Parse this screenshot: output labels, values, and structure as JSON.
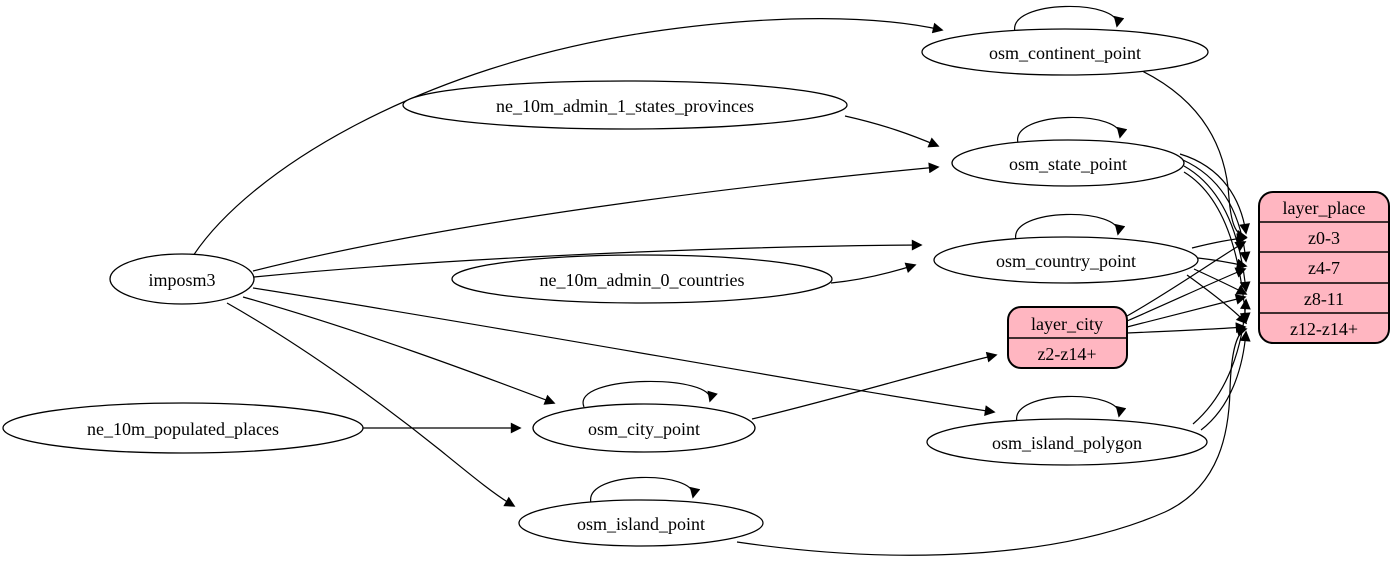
{
  "colors": {
    "background": "#ffffff",
    "node_fill": "#ffffff",
    "record_fill": "#ffb6c1",
    "stroke": "#000000"
  },
  "nodes": {
    "imposm3": {
      "label": "imposm3"
    },
    "ne_10m_admin_1_states_provinces": {
      "label": "ne_10m_admin_1_states_provinces"
    },
    "ne_10m_admin_0_countries": {
      "label": "ne_10m_admin_0_countries"
    },
    "ne_10m_populated_places": {
      "label": "ne_10m_populated_places"
    },
    "osm_continent_point": {
      "label": "osm_continent_point"
    },
    "osm_state_point": {
      "label": "osm_state_point"
    },
    "osm_country_point": {
      "label": "osm_country_point"
    },
    "osm_city_point": {
      "label": "osm_city_point"
    },
    "osm_island_polygon": {
      "label": "osm_island_polygon"
    },
    "osm_island_point": {
      "label": "osm_island_point"
    }
  },
  "records": {
    "layer_city": {
      "title": "layer_city",
      "rows": [
        "z2-z14+"
      ]
    },
    "layer_place": {
      "title": "layer_place",
      "rows": [
        "z0-3",
        "z4-7",
        "z8-11",
        "z12-z14+"
      ]
    }
  },
  "edges": [
    {
      "from": "imposm3",
      "to": "osm_continent_point"
    },
    {
      "from": "imposm3",
      "to": "osm_state_point"
    },
    {
      "from": "imposm3",
      "to": "osm_country_point"
    },
    {
      "from": "imposm3",
      "to": "osm_city_point"
    },
    {
      "from": "imposm3",
      "to": "osm_island_polygon"
    },
    {
      "from": "imposm3",
      "to": "osm_island_point"
    },
    {
      "from": "ne_10m_admin_1_states_provinces",
      "to": "osm_state_point"
    },
    {
      "from": "ne_10m_admin_0_countries",
      "to": "osm_country_point"
    },
    {
      "from": "ne_10m_populated_places",
      "to": "osm_city_point"
    },
    {
      "from": "osm_continent_point",
      "to": "osm_continent_point"
    },
    {
      "from": "osm_state_point",
      "to": "osm_state_point"
    },
    {
      "from": "osm_country_point",
      "to": "osm_country_point"
    },
    {
      "from": "osm_city_point",
      "to": "osm_city_point"
    },
    {
      "from": "osm_island_polygon",
      "to": "osm_island_polygon"
    },
    {
      "from": "osm_island_point",
      "to": "osm_island_point"
    },
    {
      "from": "osm_continent_point",
      "to": "layer_place:z0-3"
    },
    {
      "from": "osm_state_point",
      "to": "layer_place:z0-3"
    },
    {
      "from": "osm_state_point",
      "to": "layer_place:z4-7"
    },
    {
      "from": "osm_state_point",
      "to": "layer_place:z8-11"
    },
    {
      "from": "osm_state_point",
      "to": "layer_place:z12-z14+"
    },
    {
      "from": "osm_country_point",
      "to": "layer_place:z0-3"
    },
    {
      "from": "osm_country_point",
      "to": "layer_place:z4-7"
    },
    {
      "from": "osm_country_point",
      "to": "layer_place:z8-11"
    },
    {
      "from": "osm_country_point",
      "to": "layer_place:z12-z14+"
    },
    {
      "from": "osm_city_point",
      "to": "layer_city:z2-z14+"
    },
    {
      "from": "layer_city:z2-z14+",
      "to": "layer_place:z0-3"
    },
    {
      "from": "layer_city:z2-z14+",
      "to": "layer_place:z4-7"
    },
    {
      "from": "layer_city:z2-z14+",
      "to": "layer_place:z8-11"
    },
    {
      "from": "layer_city:z2-z14+",
      "to": "layer_place:z12-z14+"
    },
    {
      "from": "osm_island_polygon",
      "to": "layer_place:z8-11"
    },
    {
      "from": "osm_island_polygon",
      "to": "layer_place:z12-z14+"
    },
    {
      "from": "osm_island_point",
      "to": "layer_place:z12-z14+"
    }
  ]
}
